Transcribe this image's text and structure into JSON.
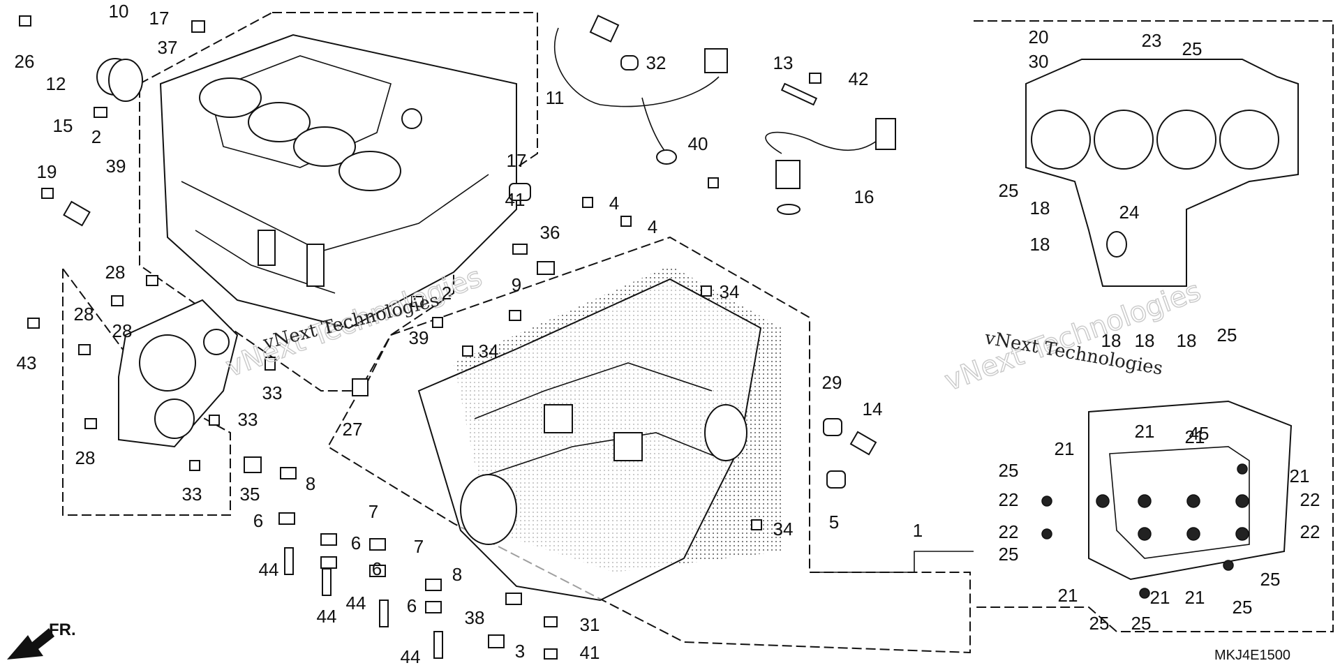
{
  "diagram": {
    "code": "MKJ4E1500",
    "watermark_text": "vNext Technologies",
    "direction_label": "FR.",
    "callouts": [
      "1",
      "2",
      "3",
      "4",
      "5",
      "6",
      "7",
      "8",
      "9",
      "10",
      "11",
      "12",
      "13",
      "14",
      "15",
      "16",
      "17",
      "18",
      "19",
      "20",
      "21",
      "22",
      "23",
      "24",
      "25",
      "26",
      "27",
      "28",
      "29",
      "30",
      "31",
      "32",
      "33",
      "34",
      "35",
      "36",
      "37",
      "38",
      "39",
      "40",
      "41",
      "42",
      "43",
      "44",
      "45"
    ]
  }
}
